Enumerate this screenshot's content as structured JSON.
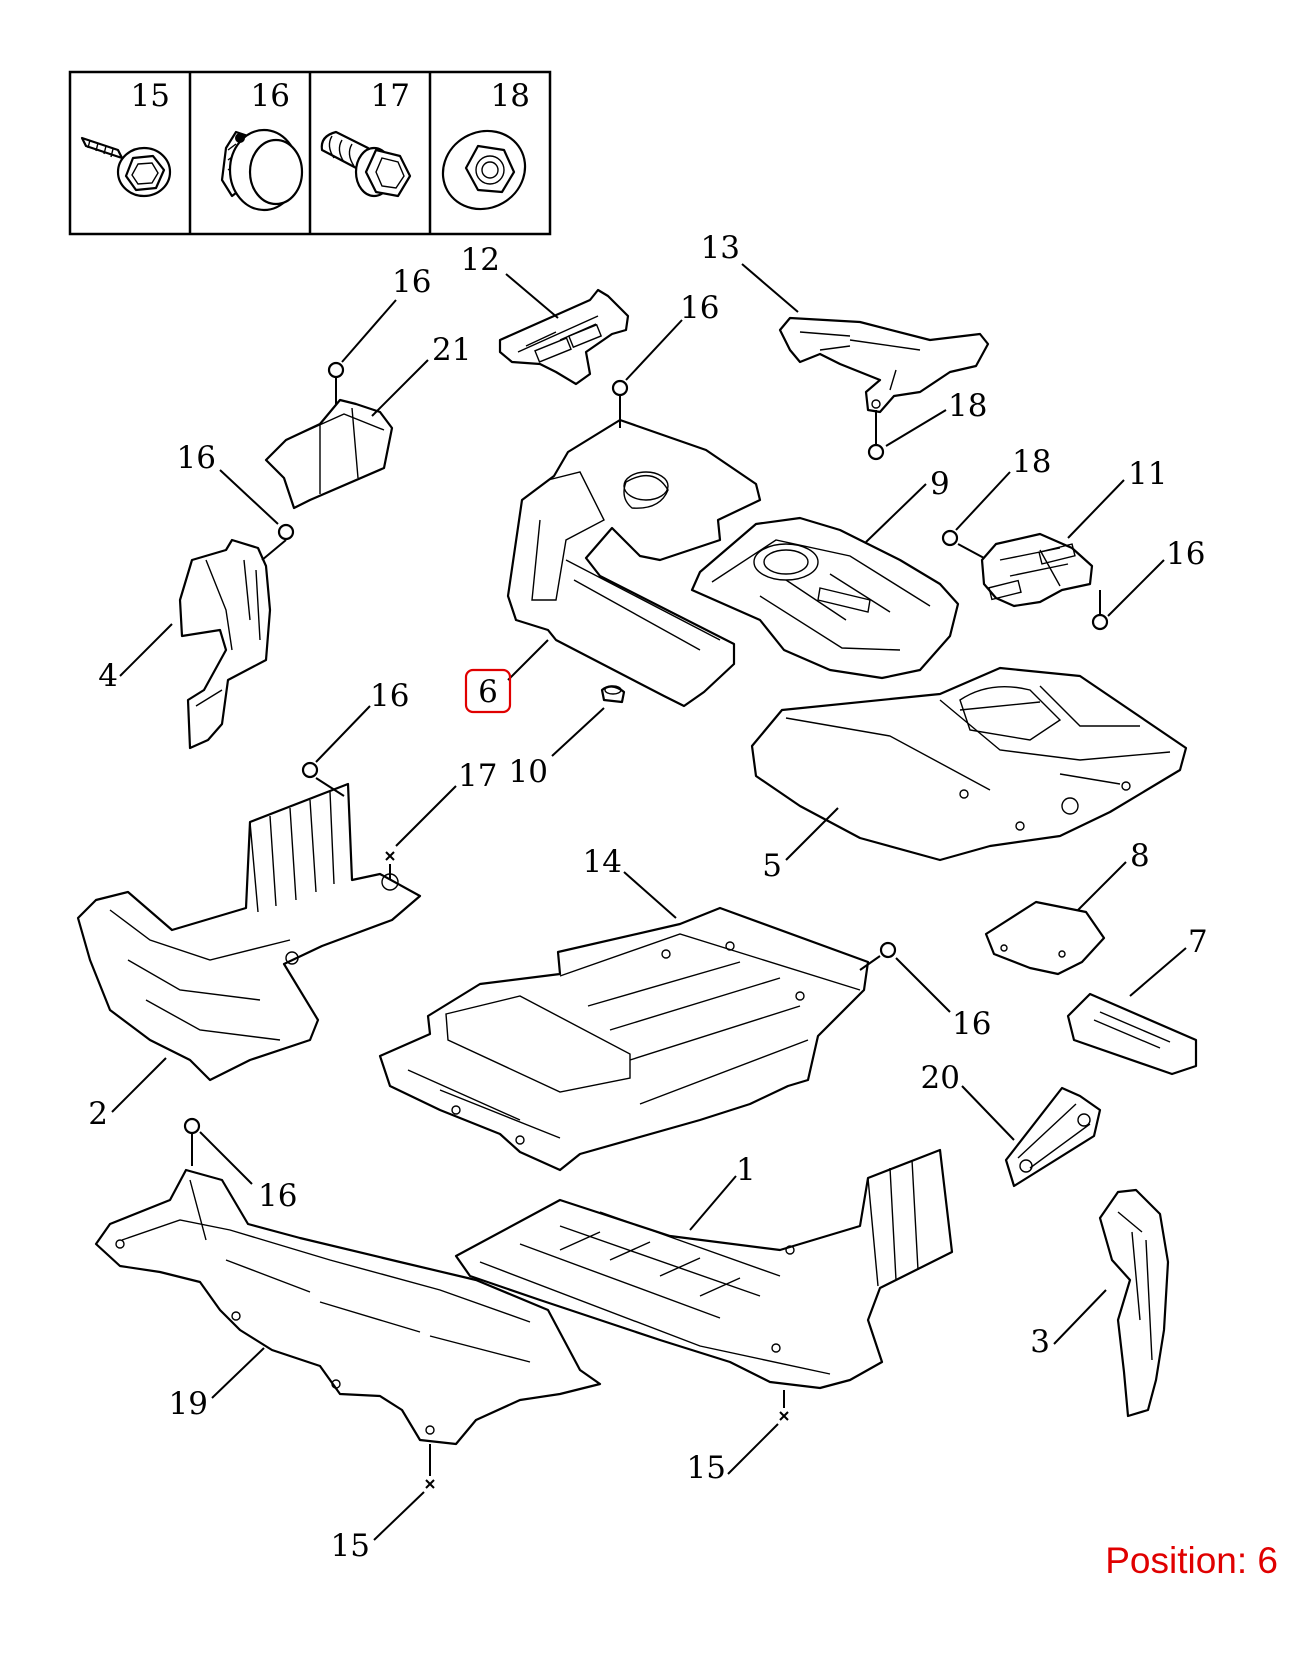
{
  "legend": {
    "cells": [
      {
        "number": "15",
        "icon": "tapping-screw-icon"
      },
      {
        "number": "16",
        "icon": "push-clip-icon"
      },
      {
        "number": "17",
        "icon": "hex-bolt-icon"
      },
      {
        "number": "18",
        "icon": "flange-nut-icon"
      }
    ]
  },
  "callouts": {
    "c1": "1",
    "c2": "2",
    "c3": "3",
    "c4": "4",
    "c5": "5",
    "c6": "6",
    "c7": "7",
    "c8": "8",
    "c9": "9",
    "c10": "10",
    "c11": "11",
    "c12": "12",
    "c13": "13",
    "c14": "14",
    "c15a": "15",
    "c15b": "15",
    "c15c": "15",
    "c16a": "16",
    "c16b": "16",
    "c16c": "16",
    "c16d": "16",
    "c16e": "16",
    "c16f": "16",
    "c16g": "16",
    "c17": "17",
    "c18a": "18",
    "c18b": "18",
    "c19": "19",
    "c20": "20",
    "c21": "21"
  },
  "position_label": "Position: 6",
  "highlight_color": "#e00000"
}
